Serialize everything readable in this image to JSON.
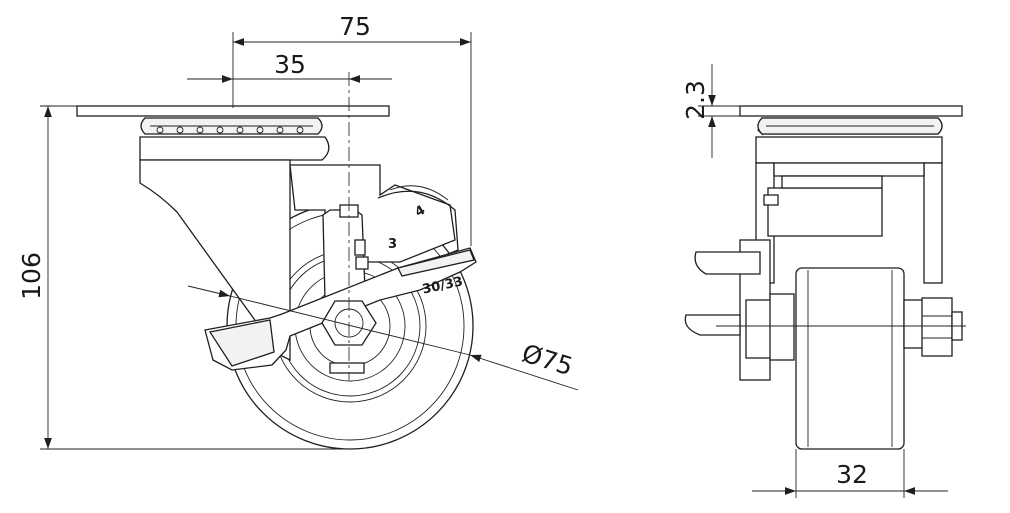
{
  "dimensions": {
    "width_overall": "75",
    "offset": "35",
    "height": "106",
    "wheel_diameter": "Ø75",
    "plate_thickness": "2.3",
    "wheel_width": "32"
  },
  "brake_labels": {
    "small": "3",
    "large": "30/33"
  }
}
